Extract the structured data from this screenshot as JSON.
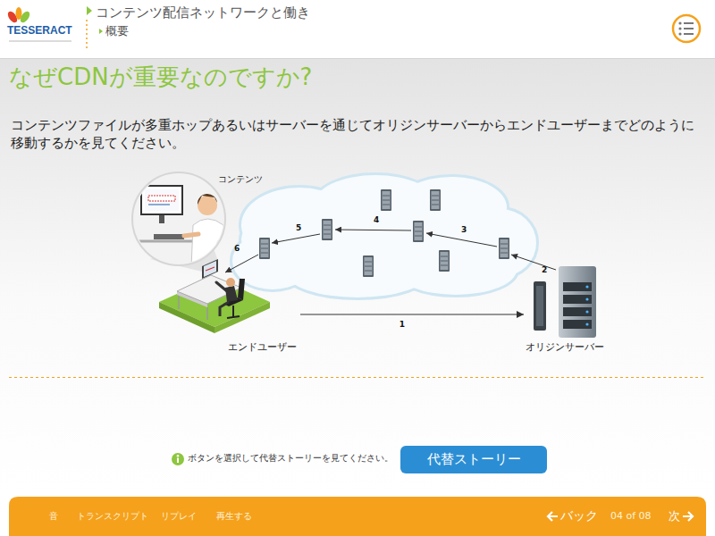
{
  "diagram": {
    "title": "なぜCDNが重要なのですか?",
    "nodes": [
      {
        "text": [
          "エンドユーザー"
        ]
      },
      {
        "text": [
          "オリジンサーバー"
        ]
      },
      {
        "text": [
          "代替ストーリー"
        ]
      },
      {
        "text": [
          "音",
          "トランスクリプト",
          "リプレイ",
          "再生する",
          "バック",
          "04 of 08",
          "次"
        ]
      }
    ],
    "edges": [
      {
        "from": 0,
        "to": 1,
        "arrow": "to",
        "label": "1"
      }
    ],
    "labels": [
      "TESSERACT",
      "コンテンツ配信ネットワークと働き",
      "概要",
      "コンテンツファイルが多重ホップあるいはサーバーを通じてオリジンサーバーからエンドユーザーまでどのように移動するかを見てください。",
      "コンテンツ",
      "2",
      "3",
      "4",
      "5",
      "6",
      "ボタンを選択して代替ストーリーを見てください。"
    ]
  }
}
